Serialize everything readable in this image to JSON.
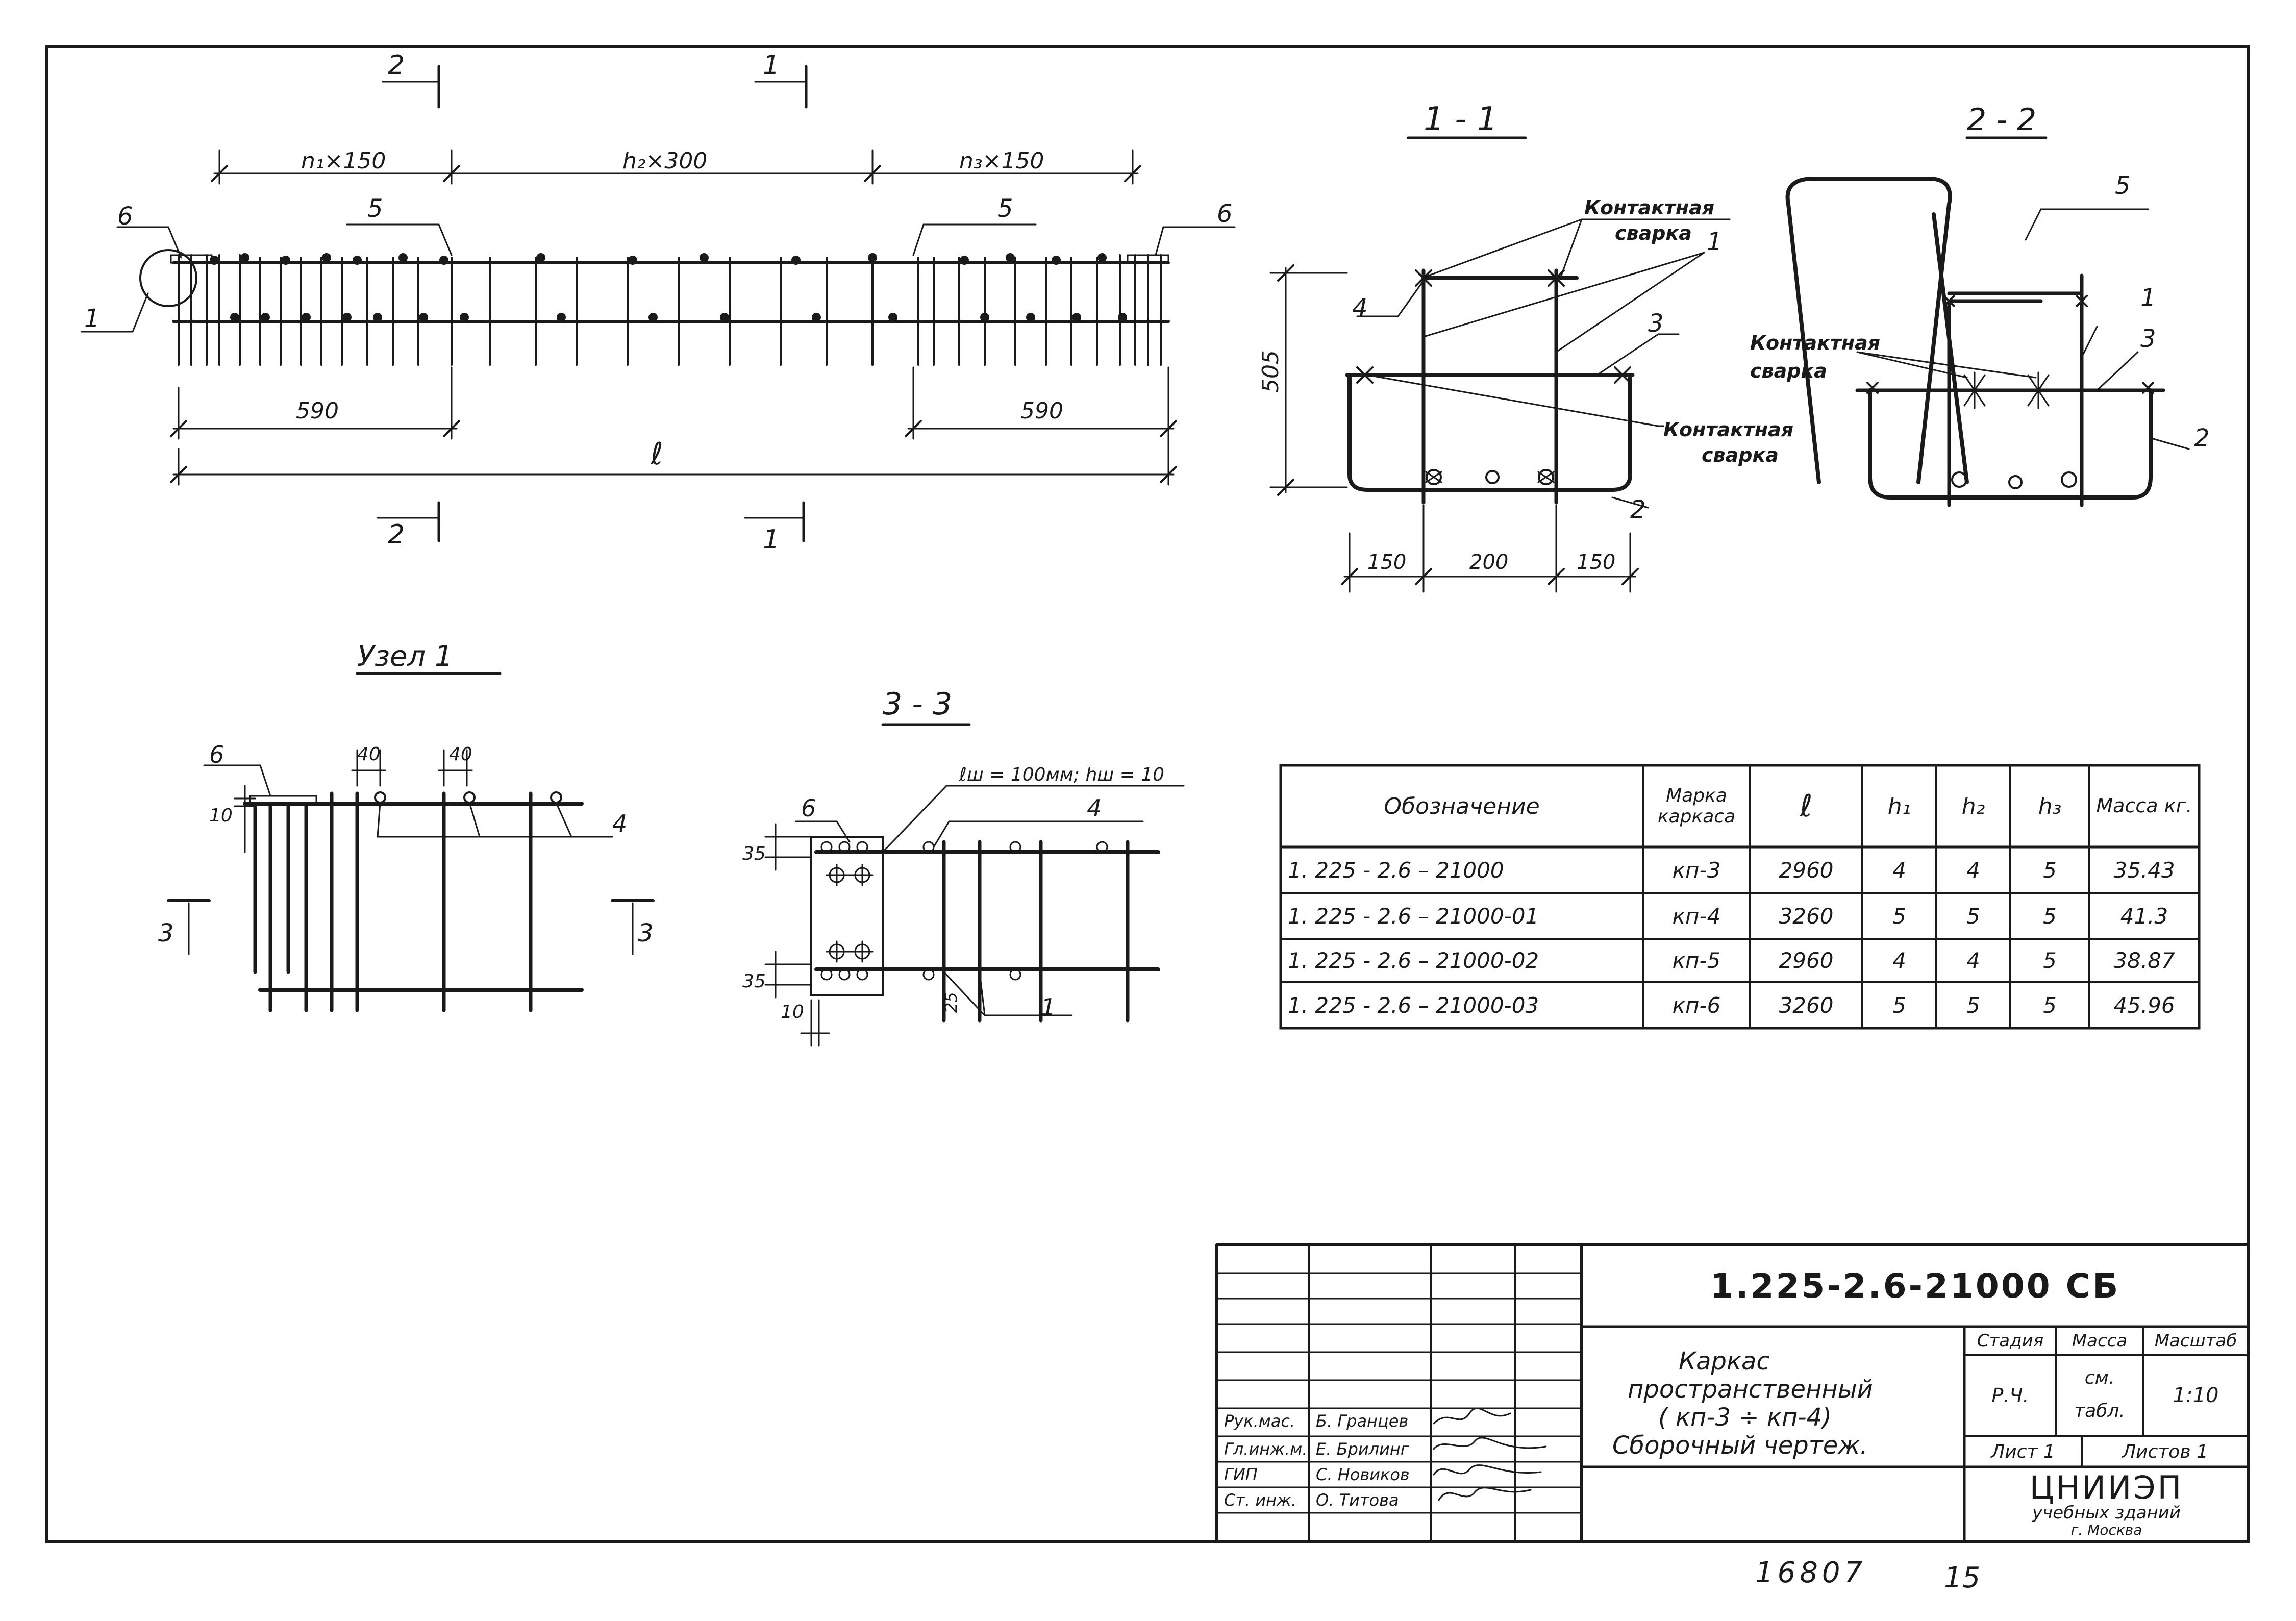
{
  "labels": {
    "dim_n1": "n₁×150",
    "dim_h2": "h₂×300",
    "dim_n3": "n₃×150",
    "dim_590_left": "590",
    "dim_590_right": "590",
    "dim_l": "ℓ",
    "marker_1": "1",
    "marker_2": "2",
    "marker_3": "3",
    "marker_4": "4",
    "marker_5": "5",
    "marker_6": "6",
    "section_11": "1 - 1",
    "section_22": "2 - 2",
    "section_33": "3 - 3",
    "node_1": "Узел 1",
    "contact_1": "Контактная",
    "contact_2": "сварка",
    "dim_505": "505",
    "dim_150": "150",
    "dim_200": "200",
    "dim_40": "40",
    "dim_10": "10",
    "dim_35": "35",
    "dim_25": "25",
    "weld_note": "ℓш = 100мм; hш = 10"
  },
  "spec_table": {
    "headers": [
      "Обозначение",
      "Марка каркаса",
      "ℓ",
      "h₁",
      "h₂",
      "h₃",
      "Масса кг."
    ],
    "rows": [
      [
        "1. 225 - 2.6  –  21000",
        "кп-3",
        "2960",
        "4",
        "4",
        "5",
        "35.43"
      ],
      [
        "1. 225 - 2.6  – 21000-01",
        "кп-4",
        "3260",
        "5",
        "5",
        "5",
        "41.3"
      ],
      [
        "1. 225 - 2.6  – 21000-02",
        "кп-5",
        "2960",
        "4",
        "4",
        "5",
        "38.87"
      ],
      [
        "1. 225 - 2.6  – 21000-03",
        "кп-6",
        "3260",
        "5",
        "5",
        "5",
        "45.96"
      ]
    ]
  },
  "title_block": {
    "doc_code": "1.225-2.6-21000 СБ",
    "title_l1": "Каркас",
    "title_l2": "пространственный",
    "title_l3": "( кп-3 ÷ кп-4)",
    "title_l4": "Сборочный чертеж.",
    "stage_label": "Стадия",
    "mass_label": "Масса",
    "scale_label": "Масштаб",
    "stage_value": "Р.Ч.",
    "mass_value_1": "см.",
    "mass_value_2": "табл.",
    "scale_value": "1:10",
    "sheet_label": "Лист 1",
    "sheets_label": "Листов 1",
    "org_1": "ЦНИИЭП",
    "org_2": "учебных зданий",
    "org_3": "г. Москва",
    "staff": [
      {
        "role": "Рук.мас.",
        "name": "Б. Гранцев"
      },
      {
        "role": "Гл.инж.м.",
        "name": "Е. Брилинг"
      },
      {
        "role": "ГИП",
        "name": "С. Новиков"
      },
      {
        "role": "Ст. инж.",
        "name": "О. Титова"
      }
    ]
  },
  "footer": {
    "number": "16807",
    "page": "15"
  }
}
